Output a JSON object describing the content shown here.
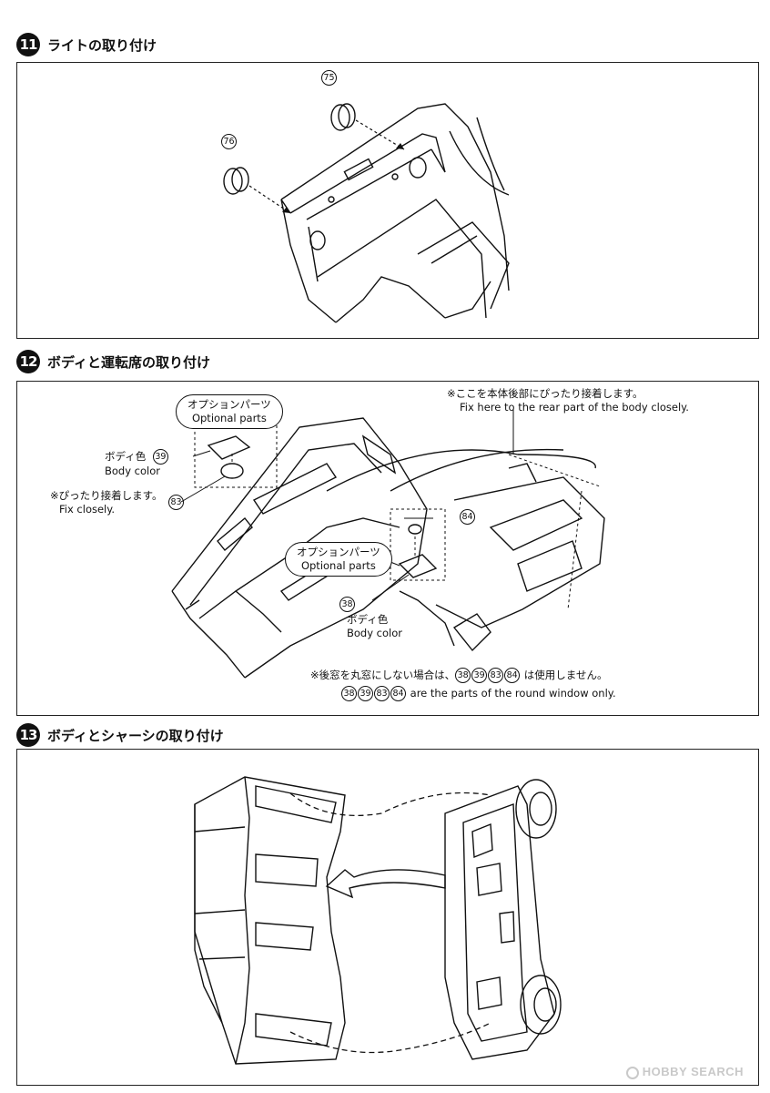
{
  "steps": [
    {
      "number": "11",
      "title": "ライトの取り付け"
    },
    {
      "number": "12",
      "title": "ボディと運転席の取り付け"
    },
    {
      "number": "13",
      "title": "ボディとシャーシの取り付け"
    }
  ],
  "step11": {
    "part_a": "75",
    "part_b": "76"
  },
  "step12": {
    "option1_jp": "オプションパーツ",
    "option1_en": "Optional parts",
    "option2_jp": "オプションパーツ",
    "option2_en": "Optional parts",
    "body_color1_jp": "ボディ色",
    "body_color1_en": "Body color",
    "body_color1_part": "39",
    "part_83": "83",
    "fix_jp": "※ぴったり接着します。",
    "fix_en": "Fix closely.",
    "rear_jp": "※ここを本体後部にぴったり接着します。",
    "rear_en": "Fix here to the rear part of the body closely.",
    "part_84": "84",
    "part_38": "38",
    "body_color2_jp": "ボディ色",
    "body_color2_en": "Body color",
    "note_jp_pre": "※後窓を丸窓にしない場合は、",
    "note_jp_post": "は使用しません。",
    "note_en_post": "are the parts of the round window only.",
    "note_parts": [
      "38",
      "39",
      "83",
      "84"
    ]
  },
  "watermark": "HOBBY SEARCH"
}
